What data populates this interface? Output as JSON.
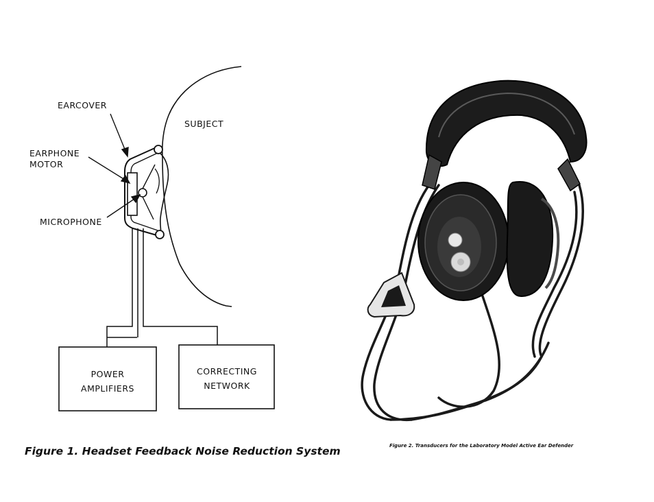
{
  "figure1": {
    "labels": {
      "earcover": "EARCOVER",
      "earphone_line1": "EARPHONE",
      "earphone_line2": "MOTOR",
      "microphone": "MICROPHONE",
      "subject": "SUBJECT"
    },
    "boxes": {
      "power_line1": "POWER",
      "power_line2": "AMPLIFIERS",
      "network_line1": "CORRECTING",
      "network_line2": "NETWORK"
    },
    "caption": "Figure 1.  Headset Feedback Noise Reduction System"
  },
  "figure2": {
    "caption": "Figure 2.  Transducers for the Laboratory Model Active Ear Defender"
  }
}
